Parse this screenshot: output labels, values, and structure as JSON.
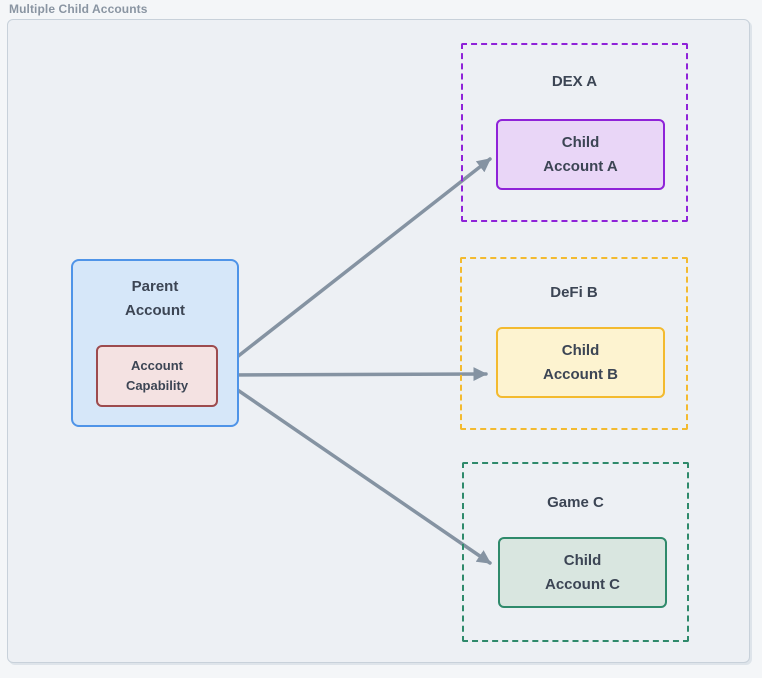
{
  "page_title": "Multiple Child Accounts",
  "parent": {
    "label": [
      "Parent",
      "Account"
    ],
    "capability": [
      "Account",
      "Capability"
    ]
  },
  "groups": [
    {
      "name": "DEX A",
      "child": [
        "Child",
        "Account A"
      ]
    },
    {
      "name": "DeFi B",
      "child": [
        "Child",
        "Account B"
      ]
    },
    {
      "name": "Game C",
      "child": [
        "Child",
        "Account C"
      ]
    }
  ],
  "colors": {
    "page_bg": "#f4f6f8",
    "canvas_bg": "#edf0f4",
    "canvas_border": "#c8d1da",
    "text": "#3c4554",
    "title_text": "#8a95a2",
    "parent_fill": "#d6e7f9",
    "parent_border": "#4f94e8",
    "capability_fill": "#f4e2e2",
    "capability_border": "#9d4b4e",
    "dex_accent": "#8f23d8",
    "dex_fill": "#e9d6f7",
    "defi_accent": "#f3ba2f",
    "defi_fill": "#fdf3d0",
    "game_accent": "#2f8a6b",
    "game_fill": "#d9e6e0",
    "arrow": "#8593a2"
  }
}
